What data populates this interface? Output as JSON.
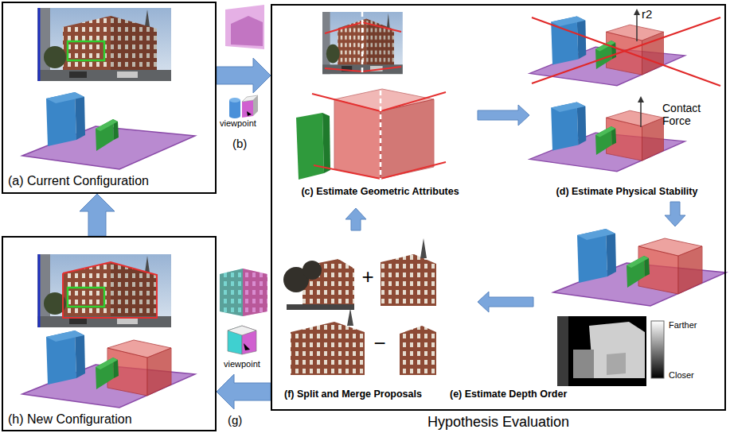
{
  "diagram": {
    "nodes": [
      {
        "text": [
          "(a) Current Configuration"
        ]
      },
      {
        "text": [
          "Hypothesis Evaluation"
        ]
      },
      {
        "text": [
          "(c) Estimate Geometric Attributes"
        ],
        "in": 1
      },
      {
        "text": [
          "(d) Estimate Physical Stability"
        ],
        "in": 1
      },
      {
        "text": [
          "(e) Estimate Depth Order"
        ],
        "in": 1
      },
      {
        "text": [
          "(f) Split and Merge Proposals"
        ],
        "in": 1
      },
      {
        "text": [
          "(h) New Configuration"
        ]
      }
    ],
    "edges": [
      {
        "from": 0,
        "to": 1,
        "arrow": "to"
      },
      {
        "from": 1,
        "to": 6,
        "arrow": "to"
      },
      {
        "from": 6,
        "to": 0,
        "arrow": "to"
      },
      {
        "from": 2,
        "to": 3,
        "arrow": "to"
      },
      {
        "from": 3,
        "to": 4,
        "arrow": "to"
      },
      {
        "from": 4,
        "to": 5,
        "arrow": "to"
      },
      {
        "from": 5,
        "to": 2,
        "arrow": "to"
      }
    ],
    "labels": [
      "viewpoint",
      "(b)",
      "r2",
      "Contact Force",
      "+",
      "−",
      "Farther",
      "Closer",
      "viewpoint",
      "(g)"
    ]
  }
}
